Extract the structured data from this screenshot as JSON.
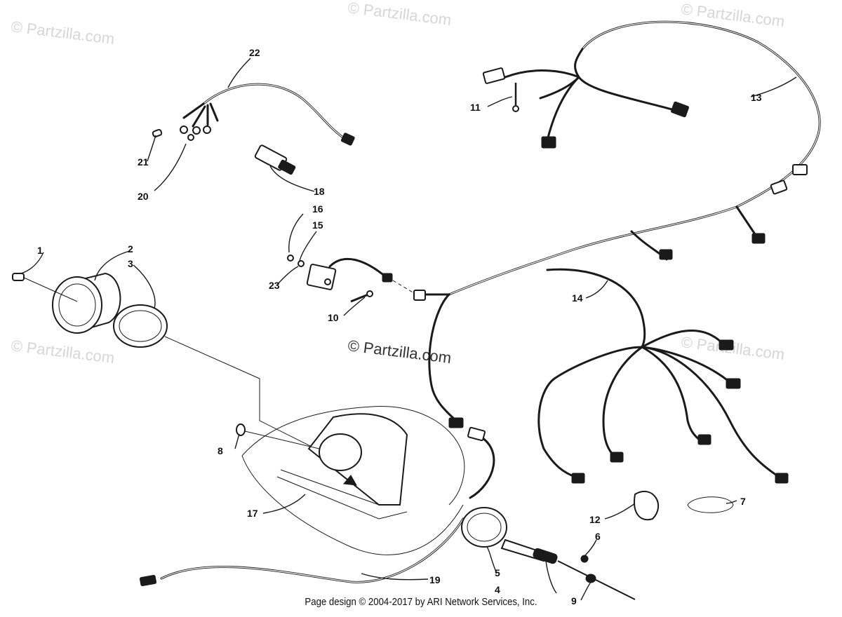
{
  "watermarks": {
    "corner": "© Partzilla.com",
    "center": "© Partzilla.com"
  },
  "callouts": [
    "1",
    "2",
    "3",
    "4",
    "5",
    "6",
    "7",
    "8",
    "9",
    "10",
    "11",
    "12",
    "13",
    "14",
    "15",
    "16",
    "17",
    "18",
    "19",
    "20",
    "21",
    "22",
    "23"
  ],
  "footer": {
    "text": "Page design © 2004-2017 by ARI Network Services, Inc."
  }
}
